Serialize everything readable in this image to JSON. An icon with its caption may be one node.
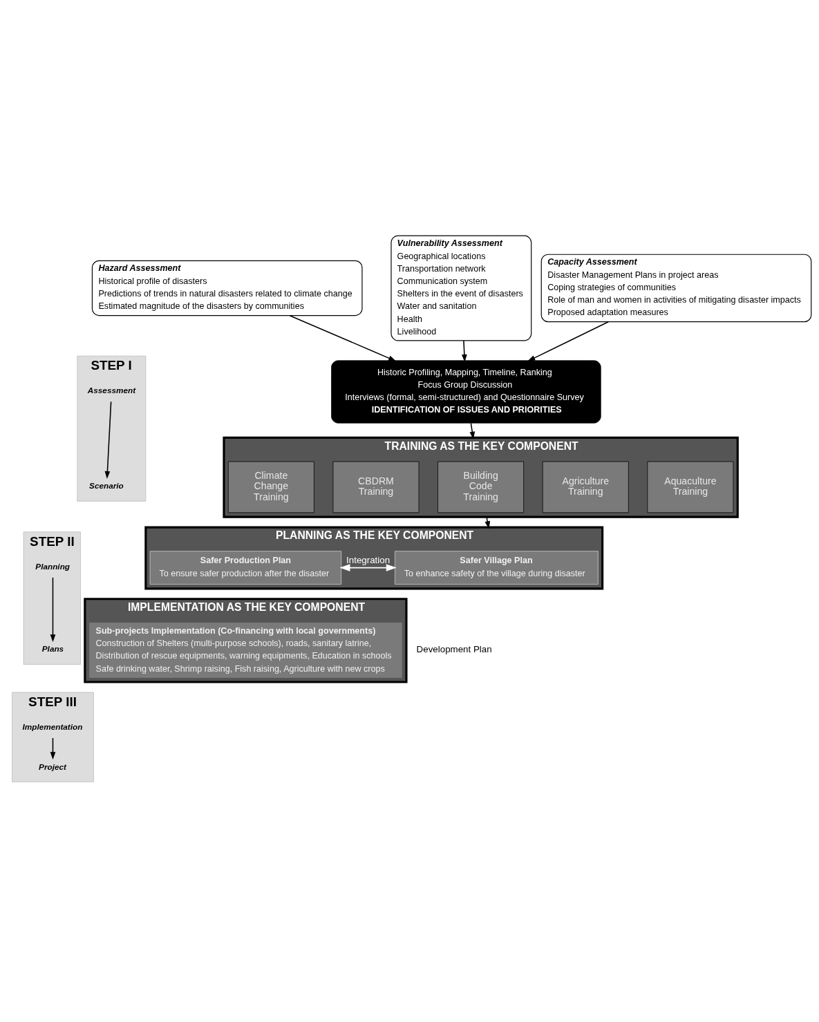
{
  "diagram": {
    "nodes": [
      {
        "text": [
          "Hazard Assessment",
          "Historical profile of disasters",
          "Predictions of trends in natural disasters related to climate change",
          "Estimated magnitude of the disasters by communities"
        ]
      },
      {
        "text": [
          "Vulnerability Assessment",
          "Geographical locations",
          "Transportation network",
          "Communication system",
          "Shelters in the event of disasters",
          "Water and sanitation",
          "Health",
          "Livelihood"
        ]
      },
      {
        "text": [
          "Capacity Assessment",
          "Disaster Management Plans in project areas",
          "Coping strategies of communities",
          "Role of man and women in activities of mitigating disaster impacts",
          "Proposed adaptation measures"
        ]
      },
      {
        "text": [
          "Historic Profiling, Mapping, Timeline, Ranking",
          "Focus Group Discussion",
          "Interviews (formal, semi-structured) and Questionnaire Survey",
          "IDENTIFICATION OF ISSUES AND PRIORITIES"
        ]
      },
      {
        "text": [
          "STEP I"
        ]
      },
      {
        "text": [
          "Assessment"
        ],
        "in": 4
      },
      {
        "text": [
          "Scenario"
        ],
        "in": 4
      },
      {
        "text": [
          "TRAINING AS THE KEY COMPONENT"
        ]
      },
      {
        "text": [
          "Climate Change Training"
        ],
        "in": 7
      },
      {
        "text": [
          "CBDRM Training"
        ],
        "in": 7
      },
      {
        "text": [
          "Building Code Training"
        ],
        "in": 7
      },
      {
        "text": [
          "Agriculture Training"
        ],
        "in": 7
      },
      {
        "text": [
          "Aquaculture Training"
        ],
        "in": 7
      },
      {
        "text": [
          "PLANNING AS THE KEY COMPONENT"
        ]
      },
      {
        "text": [
          "Safer Village Plan",
          "To enhance safety of the village during disaster"
        ],
        "in": 13
      },
      {
        "text": [
          "Safer Production Plan",
          "To ensure safer production after the disaster"
        ],
        "in": 13
      },
      {
        "text": [
          "STEP II"
        ]
      },
      {
        "text": [
          "Planning"
        ],
        "in": 16
      },
      {
        "text": [
          "Plans"
        ],
        "in": 16
      },
      {
        "text": [
          "IMPLEMENTATION AS THE KEY COMPONENT"
        ]
      },
      {
        "text": [
          "Sub-projects Implementation (Co-financing with local governments)",
          "Construction of Shelters (multi-purpose schools), roads, sanitary latrine,",
          "Distribution of rescue equipments, warning equipments, Education in schools",
          "Safe drinking water, Shrimp raising, Fish raising, Agriculture with new crops"
        ],
        "in": 19
      },
      {
        "text": [
          "STEP III"
        ]
      },
      {
        "text": [
          "Implementation"
        ],
        "in": 21
      },
      {
        "text": [
          "Project"
        ],
        "in": 21
      }
    ],
    "edges": [
      {
        "from": 0,
        "to": 3,
        "arrow": "to"
      },
      {
        "from": 1,
        "to": 3,
        "arrow": "to"
      },
      {
        "from": 2,
        "to": 3,
        "arrow": "to"
      },
      {
        "from": 5,
        "to": 6,
        "arrow": "to"
      },
      {
        "from": 3,
        "to": 7,
        "arrow": "to"
      },
      {
        "from": 7,
        "to": 13,
        "arrow": "to"
      },
      {
        "from": 14,
        "to": 15,
        "arrow": "both",
        "label": "Integration",
        "color": "#ffffff"
      },
      {
        "from": 17,
        "to": 18,
        "arrow": "to"
      },
      {
        "from": 22,
        "to": 23,
        "arrow": "to"
      }
    ],
    "labels": [
      "Development Plan"
    ]
  }
}
